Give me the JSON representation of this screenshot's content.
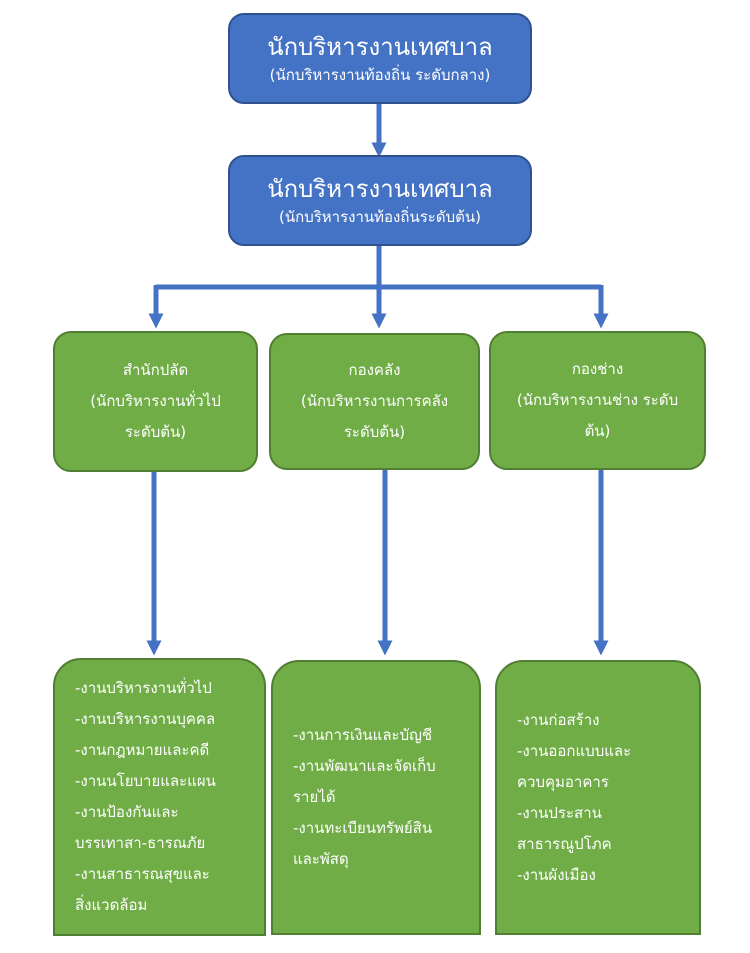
{
  "top_box": {
    "title": "นักบริหารงานเทศบาล",
    "subtitle": "(นักบริหารงานท้องถิ่น ระดับกลาง)"
  },
  "second_box": {
    "title": "นักบริหารงานเทศบาล",
    "subtitle": "(นักบริหารงานท้องถิ่นระดับต้น)"
  },
  "departments": [
    {
      "lines": [
        "สำนักปลัด",
        "(นักบริหารงานทั่วไป",
        "ระดับต้น)"
      ]
    },
    {
      "lines": [
        "กองคลัง",
        "(นักบริหารงานการคลัง",
        "ระดับต้น)"
      ]
    },
    {
      "lines": [
        "กองช่าง",
        "(นักบริหารงานช่าง ระดับ",
        "ต้น)"
      ]
    }
  ],
  "duties": [
    {
      "lines": [
        "-งานบริหารงานทั่วไป",
        "-งานบริหารงานบุคคล",
        "-งานกฎหมายและคดี",
        "-งานนโยบายและแผน",
        "-งานป้องกันและ",
        "บรรเทาสา-ธารณภัย",
        "-งานสาธารณสุขและ",
        "สิ่งแวดล้อม"
      ]
    },
    {
      "lines": [
        "-งานการเงินและบัญชี",
        "-งานพัฒนาและจัดเก็บ",
        "รายได้",
        "-งานทะเบียนทรัพย์สิน",
        "และพัสดุ"
      ]
    },
    {
      "lines": [
        "-งานก่อสร้าง",
        "-งานออกแบบและ",
        "ควบคุมอาคาร",
        "-งานประสาน",
        "สาธารณูปโภค",
        "-งานผังเมือง"
      ]
    }
  ],
  "colors": {
    "blue_fill": "#4472c4",
    "green_fill": "#70ad47",
    "connector": "#4472c4",
    "text": "#ffffff"
  }
}
